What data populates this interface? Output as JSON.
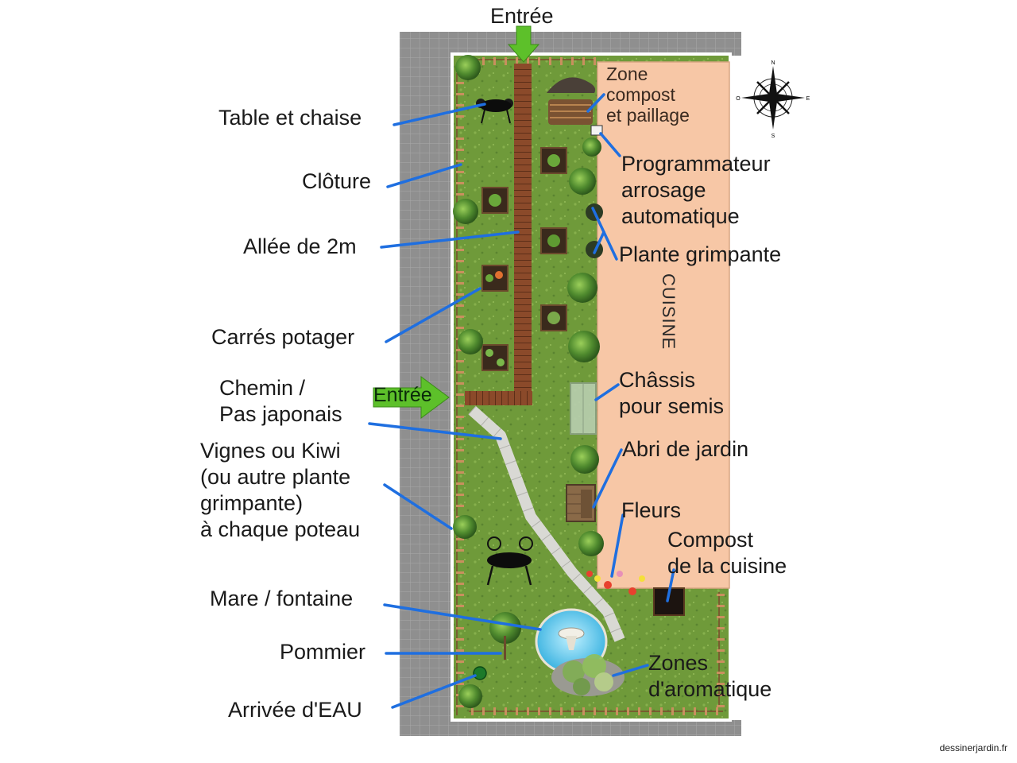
{
  "labels": {
    "entree_top": "Entrée",
    "entree_side": "Entrée",
    "table_chaise": "Table et chaise",
    "cloture": "Clôture",
    "allee": "Allée de 2m",
    "carres": "Carrés potager",
    "chemin": "Chemin /\nPas japonais",
    "vignes": "Vignes ou Kiwi\n(ou autre plante\ngrimpante)\nà chaque poteau",
    "mare": "Mare / fontaine",
    "pommier": "Pommier",
    "arrivee": "Arrivée d'EAU",
    "zone_compost": "Zone\ncompost\net paillage",
    "programmateur": "Programmateur\narrosage\nautomatique",
    "plante_grimpante": "Plante grimpante",
    "cuisine": "CUISINE",
    "chassis": "Châssis\npour semis",
    "abri": "Abri de jardin",
    "fleurs": "Fleurs",
    "compost_cuisine": "Compost\nde la cuisine",
    "aromatique": "Zones\nd'aromatique"
  },
  "credit": "dessinerjardin.fr",
  "compass": {
    "n": "N",
    "s": "S",
    "e": "E",
    "o": "O"
  },
  "colors": {
    "lawn": "#6f9a3a",
    "path_wood": "#8b4a2a",
    "house": "#f7c7a6",
    "leader": "#1f6fe0",
    "arrow": "#5dc02a",
    "paving": "#9a9a9a",
    "pond": "#4fc3ea"
  }
}
